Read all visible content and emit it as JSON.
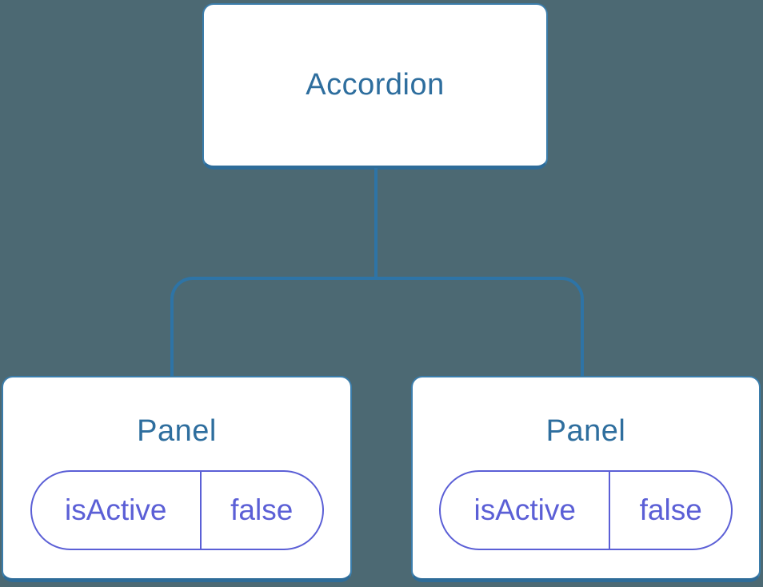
{
  "diagram": {
    "type": "component-tree",
    "root": {
      "label": "Accordion"
    },
    "panels": [
      {
        "title": "Panel",
        "prop": {
          "name": "isActive",
          "value": "false"
        }
      },
      {
        "title": "Panel",
        "prop": {
          "name": "isActive",
          "value": "false"
        }
      }
    ],
    "colors": {
      "background": "#4c6973",
      "card_background": "#ffffff",
      "card_border": "#3b7dab",
      "card_border_bottom": "#2e6c99",
      "connector": "#2e74a6",
      "node_title_text": "#2e6e9e",
      "prop_pill": "#5b5fd6"
    }
  }
}
